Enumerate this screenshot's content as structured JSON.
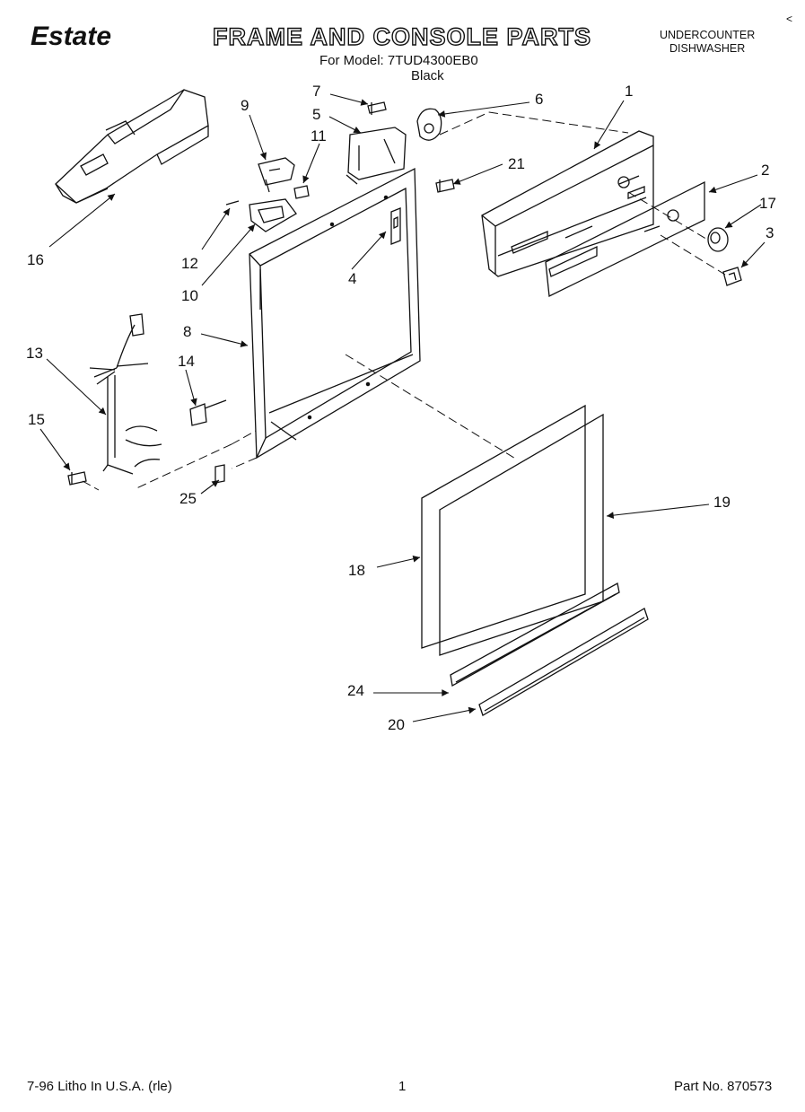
{
  "header": {
    "brand": "Estate",
    "title": "FRAME AND CONSOLE PARTS",
    "model_line": "For Model: 7TUD4300EB0",
    "color": "Black",
    "product_line1": "UNDERCOUNTER",
    "product_line2": "DISHWASHER",
    "corner_mark": "<"
  },
  "footer": {
    "litho": "7-96 Litho In U.S.A. (rle)",
    "page": "1",
    "part_no": "Part No. 870573"
  },
  "callouts": {
    "c1": "1",
    "c2": "2",
    "c3": "3",
    "c4": "4",
    "c5": "5",
    "c6": "6",
    "c7": "7",
    "c8": "8",
    "c9": "9",
    "c10": "10",
    "c11": "11",
    "c12": "12",
    "c13": "13",
    "c14": "14",
    "c15": "15",
    "c16": "16",
    "c17": "17",
    "c18": "18",
    "c19": "19",
    "c20": "20",
    "c21": "21",
    "c24": "24",
    "c25": "25"
  }
}
